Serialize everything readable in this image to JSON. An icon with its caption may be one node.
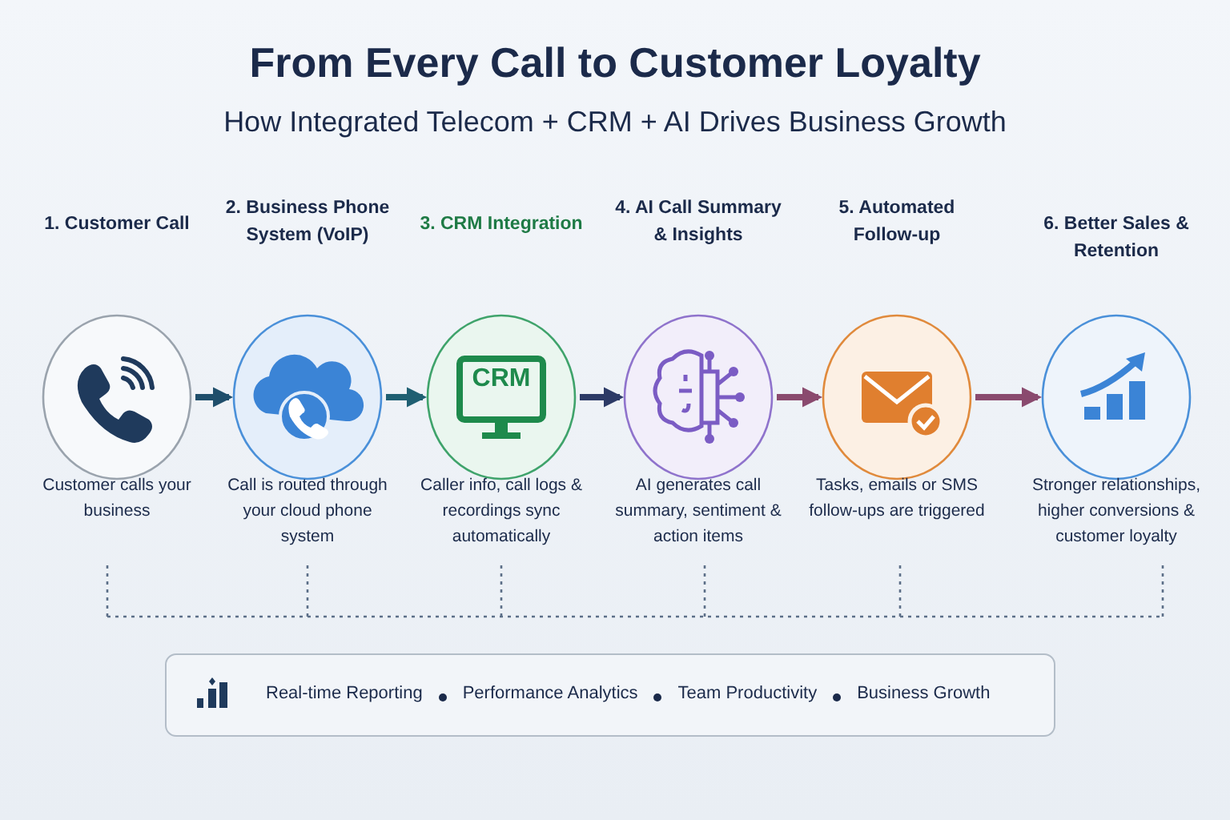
{
  "diagram": {
    "title": "From Every Call to Customer Loyalty",
    "nodes": [
      {
        "text": [
          "1. Customer Call",
          "Customer calls your business"
        ]
      },
      {
        "text": [
          "2. Business Phone System (VoIP)",
          "Call is routed through your cloud phone system"
        ]
      },
      {
        "text": [
          "3. CRM Integration",
          "Caller info, call logs & recordings sync automatically"
        ]
      },
      {
        "text": [
          "4. AI Call Summary & Insights",
          "AI generates call summary, sentiment & action items"
        ]
      },
      {
        "text": [
          "5. Automated Follow-up",
          "Tasks, emails or SMS follow-ups are triggered"
        ]
      },
      {
        "text": [
          "6. Better Sales & Retention",
          "Stronger relationships, higher conversions & customer loyalty"
        ]
      },
      {
        "text": [
          "Real-time Reporting",
          "Performance Analytics",
          "Team Productivity",
          "Business Growth"
        ]
      }
    ],
    "edges": [
      {
        "from": 0,
        "to": 1,
        "arrow": "to",
        "color": "#1f4e6b"
      },
      {
        "from": 1,
        "to": 2,
        "arrow": "to",
        "color": "#1f5f72"
      },
      {
        "from": 2,
        "to": 3,
        "arrow": "to",
        "color": "#2c3a66"
      },
      {
        "from": 3,
        "to": 4,
        "arrow": "to",
        "color": "#8a4a6e"
      },
      {
        "from": 4,
        "to": 5,
        "arrow": "to",
        "color": "#8a4a6e"
      }
    ],
    "labels": [
      "How Integrated Telecom + CRM + AI Drives Business Growth",
      "CRM"
    ]
  }
}
